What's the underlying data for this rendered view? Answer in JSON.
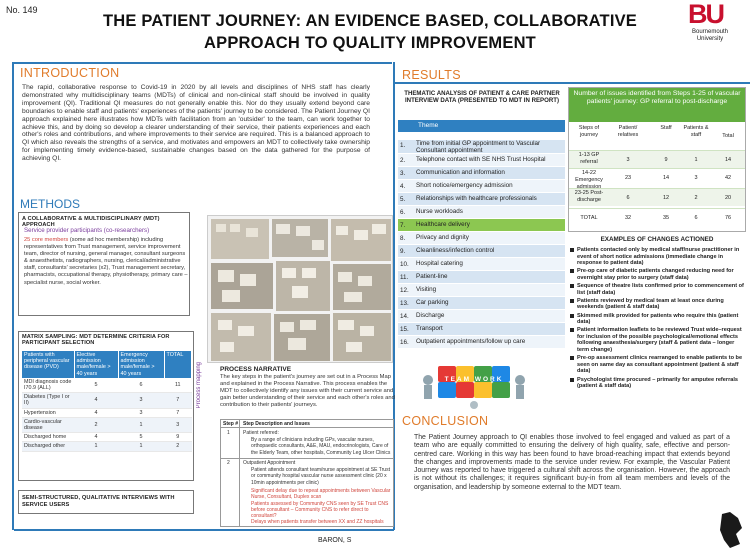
{
  "poster": {
    "number": "No. 149",
    "title_line1": "THE PATIENT JOURNEY: AN EVIDENCE BASED, COLLABORATIVE",
    "title_line2": "APPROACH TO QUALITY IMPROVEMENT",
    "logo_mark": "BU",
    "logo_line1": "Bournemouth",
    "logo_line2": "University",
    "author": "BARON, S"
  },
  "introduction": {
    "heading": "INTRODUCTION",
    "text": "The rapid, collaborative response to Covid-19 in 2020 by all levels and disciplines of NHS staff has clearly demonstrated why multidisciplinary teams (MDTs) of clinical and non-clinical staff should be involved in quality improvement (QI). Traditional QI measures do not generally enable this. Nor do they usually extend beyond care boundaries to enable staff and patients' experiences of the patients' journey to be considered. The Patient Journey QI approach explained here illustrates how MDTs with facilitation from an 'outsider' to the team, can work together to achieve this, and by doing so develop a clearer understanding of their service, their patients experiences and each other's roles and contributions, and where improvements to their service are required. This is a balanced approach to QI which also reveals the strengths of a service, and motivates and empowers an MDT to collectively take ownership for implementing timely evidence-based, sustainable changes based on the data gathered for the purpose of achieving QI."
  },
  "methods": {
    "heading": "METHODS",
    "collab_title": "A COLLABORATIVE & MULTIDISCIPLINARY (MDT) APPROACH",
    "collab_sub": "Service provider participants (co-researchers)",
    "collab_highlight": "25 core members",
    "collab_body": " (some ad hoc membership) including representatives from Trust management, service improvement team, director of nursing, general manager, consultant surgeons & anaesthetists, radiographers, nursing, clerical/administrative staff, consultants' secretaries (x2), Trust management secretary, pharmacists, occupational therapy, physiotherapy, primary care – specialist nurse, social worker.",
    "process_mapping_label": "Process mapping",
    "matrix_title": "MATRIX SAMPLING: MDT DETERMINE CRITERIA FOR PARTICIPANT SELECTION",
    "matrix_headers": [
      "Patients with peripheral vascular disease (PVD)",
      "Elective admission male/female > 40 years",
      "Emergency admission male/female > 40 years",
      "TOTAL"
    ],
    "matrix_rows": [
      [
        "MDI diagnosis code I70.9 (ALL)",
        "5",
        "6",
        "11"
      ],
      [
        "Diabetes (Type I or II)",
        "4",
        "3",
        "7"
      ],
      [
        "Hypertension",
        "4",
        "3",
        "7"
      ],
      [
        "Cardio-vascular disease",
        "2",
        "1",
        "3"
      ],
      [
        "Discharged home",
        "4",
        "5",
        "9"
      ],
      [
        "Discharged other",
        "1",
        "1",
        "2"
      ]
    ],
    "semi_title": "SEMI-STRUCTURED, QUALITATIVE INTERVIEWS WITH SERVICE USERS"
  },
  "process_narrative": {
    "title": "PROCESS NARRATIVE",
    "text": "The key steps in the patient's journey are set out in a Process Map and explained in the Process Narrative. This process enables the MDT to collectively identify any issues with their current service and gain better understanding of their service and each other's roles and contribution to their patients' journeys.",
    "col_step": "Step #",
    "col_desc": "Step Description and Issues",
    "step1_num": "1",
    "step1_title": "Patient referred:",
    "step1_text": "By a range of clinicians including GPs, vascular nurses, orthopaedic consultants, A&E, MAU, endocrinologists, Care of the Elderly Team, other hospitals, Community Leg Ulcer Clinics",
    "step2_num": "2",
    "step2_title": "Outpatient Appointment",
    "step2_text": "Patient attends consultant team/nurse appointment at SE Trust or community hospital vascular nurse assessment clinic (20 x 10min appointments per clinic)",
    "step2_red1": "Significant delay due to repeat appointments between Vascular Nurse, Consultant, Duplex scan",
    "step2_red2": "Patients assessed by Community CNS seen by SE Trust CNS before consultant – Community CNS to refer direct to consultant?",
    "step2_red3": "Delays when patients transfer between XX and ZZ hospitals"
  },
  "results": {
    "heading": "RESULTS",
    "thematic_title": "THEMATIC ANALYSIS OF PATIENT & CARE PARTNER INTERVIEW DATA (PRESENTED TO MDT IN REPORT)",
    "theme_header": "Theme",
    "themes": [
      {
        "num": "1.",
        "label": "Time from initial GP appointment to Vascular Consultant appointment"
      },
      {
        "num": "2.",
        "label": "Telephone contact with SE NHS Trust Hospital"
      },
      {
        "num": "3.",
        "label": "Communication and information"
      },
      {
        "num": "4.",
        "label": "Short notice/emergency admission"
      },
      {
        "num": "5.",
        "label": "Relationships with healthcare professionals"
      },
      {
        "num": "6.",
        "label": "Nurse workloads"
      },
      {
        "num": "7.",
        "label": "Healthcare delivery"
      },
      {
        "num": "8.",
        "label": "Privacy and dignity"
      },
      {
        "num": "9.",
        "label": "Cleanliness/infection control"
      },
      {
        "num": "10.",
        "label": "Hospital catering"
      },
      {
        "num": "11.",
        "label": "Patient-line"
      },
      {
        "num": "12.",
        "label": "Visiting"
      },
      {
        "num": "13.",
        "label": "Car parking"
      },
      {
        "num": "14.",
        "label": "Discharge"
      },
      {
        "num": "15.",
        "label": "Transport"
      },
      {
        "num": "16.",
        "label": "Outpatient appointments/follow up care"
      }
    ],
    "numbers_title": "Number of issues identified from Steps 1-25 of vascular patients' journey: GP referral to post-discharge",
    "numbers_headers": [
      "Steps of journey",
      "Patient/ relatives",
      "Staff",
      "Patients & staff",
      "Total"
    ],
    "numbers_rows": [
      [
        "1-13 GP referral",
        "3",
        "9",
        "1",
        "14"
      ],
      [
        "14-22 Emergency admission",
        "23",
        "14",
        "3",
        "42"
      ],
      [
        "23-25 Post-discharge",
        "6",
        "12",
        "2",
        "20"
      ],
      [
        "TOTAL",
        "32",
        "35",
        "6",
        "76"
      ]
    ],
    "changes_title": "EXAMPLES OF CHANGES ACTIONED",
    "changes": [
      "Patients contacted only by medical staff/nurse practitioner in event of short notice admissions (immediate change in response to patient data)",
      "Pre-op care of diabetic patients changed reducing need for overnight stay prior to surgery (staff data)",
      "Sequence of theatre lists confirmed prior to commencement of list (staff data)",
      "Patients reviewed by medical team at least once during weekends (patient & staff data)",
      "Skimmed milk provided for patients who require this (patient data)",
      "Patient information leaflets to be reviewed Trust wide–request for inclusion of the possible psychological/emotional effects following anaesthesia/surgery (staff & patient data – longer term change)",
      "Pre-op assessment clinics rearranged to enable patients to be seen on same day as consultant appointment (patient & staff data)",
      "Psychologist time procured – primarily for amputee referrals (patient & staff data)"
    ]
  },
  "conclusion": {
    "heading": "CONCLUSION",
    "text": "The Patient Journey approach to QI enables those involved to feel engaged and valued as part of a team who are equally committed to ensuring the delivery of high quality, safe, effective and person-centred care. Working in this way has been found to have broad-reaching impact that extends beyond the changes and improvements made to the service under review. For example, the Vascular Patient Journey was reported to have triggered a cultural shift across the organisation. However, the approach is not without its challenges; it requires significant buy-in from all team members and levels of the organisation, and leadership by someone external to the MDT team.",
    "puzzle_word": "TEAM WORK"
  },
  "colors": {
    "accent_blue": "#2e7ab8",
    "accent_orange": "#e07b2a",
    "accent_green": "#63ad3f",
    "highlight_red": "#d0453c",
    "brand_red": "#c8102e"
  }
}
